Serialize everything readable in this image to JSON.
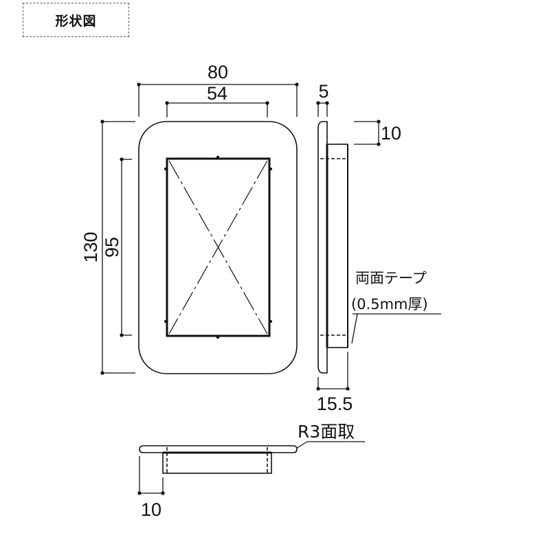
{
  "title": "形状図",
  "front_view": {
    "width": "80",
    "inner_width": "54",
    "height": "130",
    "inner_height": "95"
  },
  "side_view": {
    "flange": "5",
    "step": "10",
    "depth": "15.5",
    "tape_label_1": "両面テープ",
    "tape_label_2": "(0.5mm厚)"
  },
  "bottom_view": {
    "chamfer": "R3面取",
    "step": "10"
  }
}
